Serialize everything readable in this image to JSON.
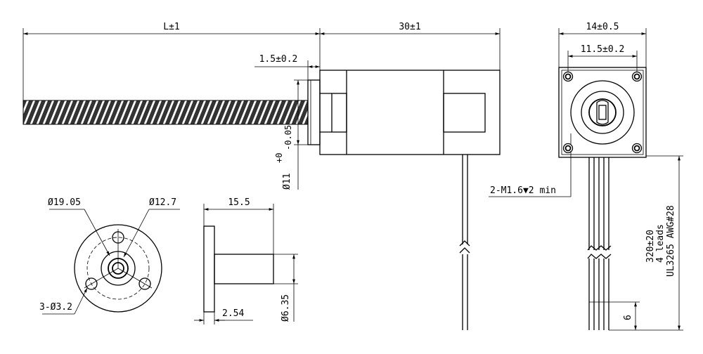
{
  "dimensions": {
    "screw_length": "L±1",
    "motor_length": "30±1",
    "boss_thickness": "1.5±0.2",
    "boss_diameter_main": "Ø11",
    "boss_tol_upper": "+0",
    "boss_tol_lower": "-0.05",
    "housing_width": "14±0.5",
    "hole_spacing": "11.5±0.2",
    "mount_thread": "2-M1.6▼2 min",
    "lead_length": "320±20",
    "lead_count": "4 leads",
    "lead_spec": "UL3265 AWG#28",
    "lead_strip": "6",
    "nut_outer_dia": "Ø19.05",
    "nut_pitch_dia": "Ø12.7",
    "nut_holes": "3-Ø3.2",
    "nut_length": "15.5",
    "nut_body_dia": "Ø6.35",
    "flange_thickness": "2.54"
  },
  "colors": {
    "line": "#000000",
    "screw_dark": "#333333",
    "background": "#ffffff"
  }
}
